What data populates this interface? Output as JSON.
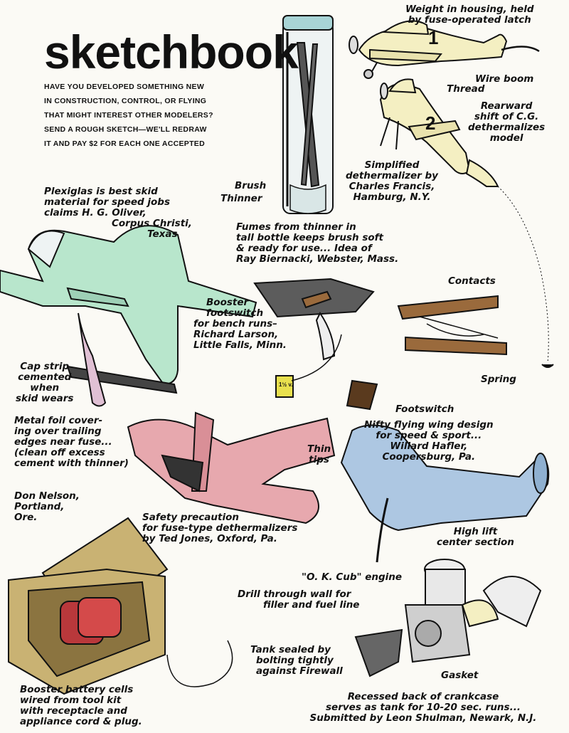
{
  "header": {
    "title": "sketchbook",
    "intro_lines": [
      "HAVE YOU DEVELOPED SOMETHING NEW",
      "IN CONSTRUCTION, CONTROL, OR FLYING",
      "THAT MIGHT INTEREST OTHER MODELERS?",
      "SEND A ROUGH SKETCH—WE'LL REDRAW",
      "IT AND PAY $2 FOR EACH ONE ACCEPTED"
    ]
  },
  "dethermalizer": {
    "weight_note": [
      "Weight in housing, held",
      "by fuse-operated latch"
    ],
    "number_1": "1",
    "number_2": "2",
    "wire_boom": "Wire boom",
    "thread": "Thread",
    "rearward": [
      "Rearward",
      "shift of C.G.",
      "dethermalizes",
      "model"
    ],
    "credit": [
      "Simplified",
      "dethermalizer by",
      "Charles Francis,",
      "Hamburg, N.Y."
    ]
  },
  "brush_bottle": {
    "brush_label": "Brush",
    "thinner_label": "Thinner",
    "caption": [
      "Fumes from thinner in",
      "tall bottle keeps brush soft",
      "& ready for use... Idea of",
      "Ray Biernacki, Webster, Mass."
    ]
  },
  "skid": {
    "caption": [
      "Plexiglas is best skid",
      "material for speed jobs",
      "claims H. G. Oliver,",
      "Corpus Christi,",
      "Texas"
    ],
    "cap_strip": [
      "Cap strip",
      "cemented",
      "when",
      "skid wears"
    ]
  },
  "footswitch": {
    "caption": [
      "Booster",
      "footswitch",
      "for bench runs–",
      "Richard Larson,",
      "Little Falls, Minn."
    ],
    "contacts": "Contacts",
    "spring": "Spring",
    "footswitch_label": "Footswitch",
    "battery_label": "1½ v."
  },
  "foil": {
    "caption": [
      "Metal foil cover-",
      "ing over trailing",
      "edges near fuse...",
      "(clean off excess",
      "cement with thinner)"
    ],
    "safety": [
      "Safety precaution",
      "for fuse-type dethermalizers",
      "by Ted Jones, Oxford, Pa."
    ]
  },
  "flying_wing": {
    "caption": [
      "Nifty flying wing design",
      "for speed & sport...",
      "Willard Hafler,",
      "Coopersburg, Pa."
    ],
    "thin_tips": [
      "Thin",
      "tips"
    ],
    "high_lift": [
      "High lift",
      "center section"
    ]
  },
  "battery_box": {
    "credit": [
      "Don Nelson,",
      "Portland,",
      "Ore."
    ],
    "caption": [
      "Booster battery cells",
      "wired from tool kit",
      "with receptacle and",
      "appliance cord & plug."
    ]
  },
  "engine": {
    "engine_label": "\"O. K. Cub\" engine",
    "drill": [
      "Drill through wall for",
      "filler and fuel line"
    ],
    "tank": [
      "Tank sealed by",
      "bolting tightly",
      "against Firewall"
    ],
    "gasket": "Gasket",
    "caption": [
      "Recessed back of crankcase",
      "serves as tank for 10-20 sec. runs...",
      "Submitted by Leon Shulman, Newark, N.J."
    ]
  },
  "colors": {
    "cream": "#f4efc2",
    "green": "#b8e6cc",
    "pink": "#e7a8ae",
    "blue": "#adc7e2",
    "box": "#c9b273",
    "wood": "#9a6a3c",
    "jar_cap": "#a8d4d6"
  }
}
